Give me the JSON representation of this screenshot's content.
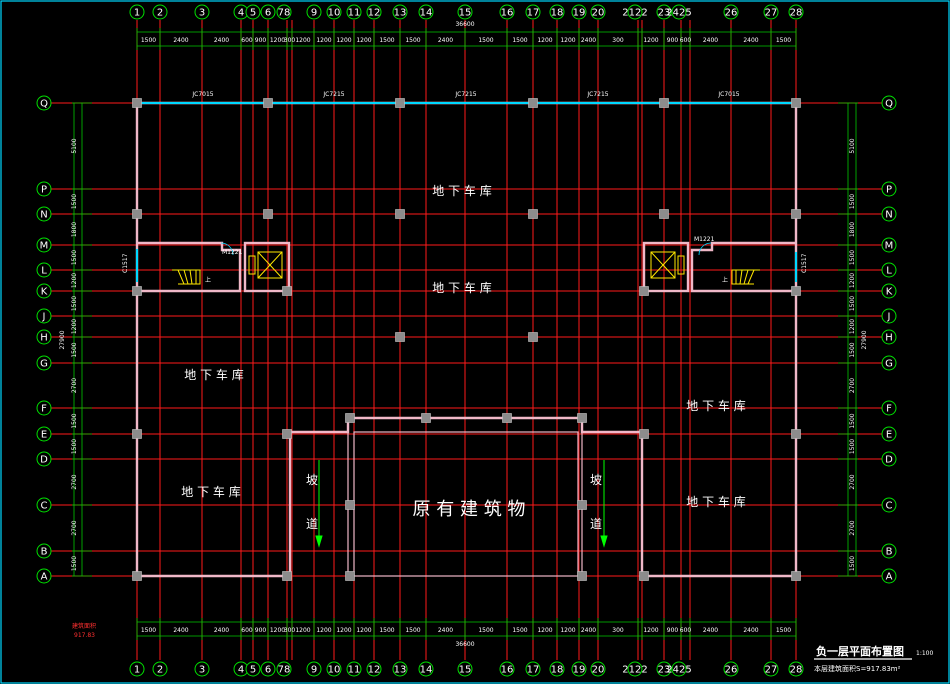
{
  "drawing": {
    "title": "负一层平面布置图",
    "scale": "1:100",
    "area_note": "本层建筑面积S=917.83m²",
    "stamp_note_1": "建筑面积",
    "stamp_note_2": "917.83",
    "total_dim": "36600",
    "colors": {
      "grid": "#ff1a1a",
      "dim": "#00c800",
      "wall": "#f0b8c8",
      "window": "#00d8ff",
      "stair": "#ffe800"
    }
  },
  "axes_x": [
    "1",
    "2",
    "3",
    "4",
    "5",
    "6",
    "7",
    "8",
    "9",
    "10",
    "11",
    "12",
    "13",
    "14",
    "15",
    "16",
    "17",
    "18",
    "19",
    "20",
    "21",
    "22",
    "23",
    "24",
    "25",
    "26",
    "27",
    "28"
  ],
  "axes_x_pos": [
    137,
    160,
    202,
    241,
    253,
    268,
    287,
    292,
    314,
    334,
    354,
    374,
    400,
    426,
    465,
    507,
    533,
    557,
    579,
    598,
    638,
    642,
    664,
    681,
    690,
    731,
    771,
    796
  ],
  "axes_y": [
    "Q",
    "P",
    "N",
    "M",
    "L",
    "K",
    "J",
    "H",
    "G",
    "F",
    "E",
    "D",
    "C",
    "B",
    "A"
  ],
  "axes_y_pos": [
    103,
    189,
    214,
    245,
    270,
    291,
    316,
    337,
    363,
    408,
    434,
    459,
    505,
    551,
    576
  ],
  "dims_x": [
    "1500",
    "2400",
    "2400",
    "600",
    "900",
    "1200",
    "300",
    "1200",
    "1200",
    "1200",
    "1200",
    "1500",
    "1500",
    "2400",
    "1500",
    "1500",
    "1200",
    "1200",
    "2400",
    "300",
    "1200",
    "900",
    "600",
    "2400",
    "2400",
    "1500"
  ],
  "dims_y": [
    "5100",
    "1500",
    "1800",
    "1500",
    "1200",
    "1500",
    "1200",
    "1500",
    "2700",
    "1500",
    "1500",
    "2700",
    "2700",
    "1500"
  ],
  "dims_y_total": "27900",
  "windows_top": [
    "JC7015",
    "JC7215",
    "JC7215",
    "JC7215",
    "JC7015"
  ],
  "rooms": {
    "garage": "地 下 车 库",
    "existing": "原 有 建 筑 物",
    "ramp_1": "坡",
    "ramp_2": "道",
    "up": "上",
    "door_m1221": "M1221",
    "window_c1517": "C1517"
  }
}
